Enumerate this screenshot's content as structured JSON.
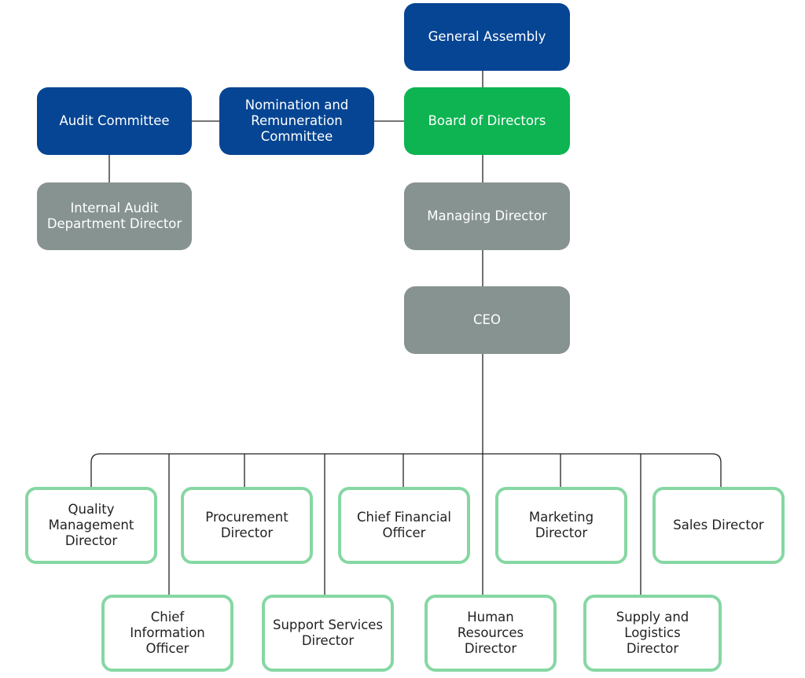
{
  "colors": {
    "governance": "#064593",
    "board": "#0db451",
    "executive": "#879390",
    "director_border": "#86d7a3",
    "connector": "#222222"
  },
  "nodes": {
    "general_assembly": "General Assembly",
    "board_of_directors": "Board of Directors",
    "nomination_committee": "Nomination and\nRemuneration\nCommittee",
    "audit_committee": "Audit Committee",
    "internal_audit": "Internal Audit\nDepartment Director",
    "managing_director": "Managing Director",
    "ceo": "CEO",
    "quality": "Quality\nManagement\nDirector",
    "procurement": "Procurement\nDirector",
    "cfo": "Chief Financial\nOfficer",
    "marketing": "Marketing\nDirector",
    "sales": "Sales Director",
    "cio": "Chief\nInformation\nOfficer",
    "support_services": "Support Services\nDirector",
    "hr": "Human\nResources\nDirector",
    "supply_logistics": "Supply and\nLogistics\nDirector"
  }
}
